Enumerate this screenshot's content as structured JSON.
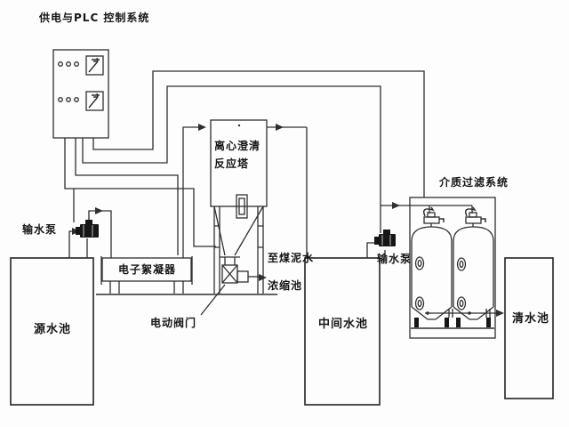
{
  "diagram": {
    "control_system": {
      "label": "供电与PLC 控制系统"
    },
    "equipment": {
      "reaction_tower": {
        "label_line1": "离心澄清",
        "label_line2": "反应塔"
      },
      "media_filter_system": {
        "label": "介质过滤系统"
      },
      "pump_left": {
        "label": "输水泵"
      },
      "pump_right": {
        "label": "输水泵"
      },
      "flocculator": {
        "label": "电子絮凝器"
      },
      "electric_valve": {
        "label": "电动阀门"
      }
    },
    "pools": {
      "source_pool": {
        "label": "源水池"
      },
      "middle_pool": {
        "label": "中间水池"
      },
      "clean_pool": {
        "label": "清水池"
      }
    },
    "flow_annotations": {
      "slime_destination_line1": "至煤泥水",
      "slime_destination_line2": "浓缩池"
    },
    "colors": {
      "line": "#2f2f2f",
      "background": "#fdfdfd",
      "pump_fill": "#161616"
    }
  }
}
